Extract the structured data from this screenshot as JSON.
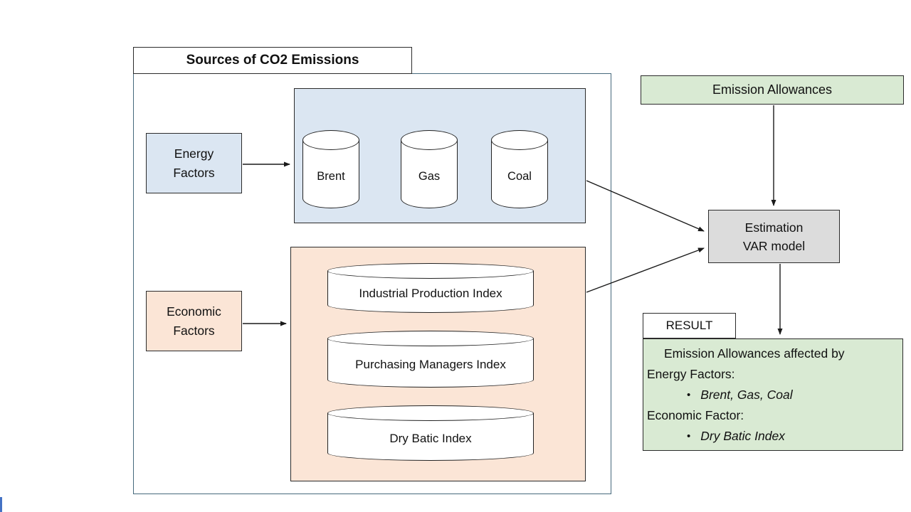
{
  "title": "Sources of CO2 Emissions",
  "energy_factors": {
    "line1": "Energy",
    "line2": "Factors"
  },
  "energy_cylinders": [
    "Brent",
    "Gas",
    "Coal"
  ],
  "economic_factors": {
    "line1": "Economic",
    "line2": "Factors"
  },
  "economic_cylinders": [
    "Industrial Production Index",
    "Purchasing Managers Index",
    "Dry Batic Index"
  ],
  "emission_allowances": "Emission Allowances",
  "var_model": {
    "line1": "Estimation",
    "line2": "VAR model"
  },
  "result_label": "RESULT",
  "result": {
    "bullet_char": "•",
    "lines": {
      "l0": "Emission Allowances affected by",
      "l1": "Energy Factors:",
      "l2": "Brent, Gas, Coal",
      "l3": "Economic Factor:",
      "l4": "Dry Batic Index"
    }
  },
  "colors": {
    "energy_fill": "#dbe6f2",
    "economic_fill": "#fbe5d6",
    "green_fill": "#d9ead3",
    "model_fill": "#dcdcdc",
    "outer_border": "#46697c",
    "accent_blue": "#4472c4"
  }
}
